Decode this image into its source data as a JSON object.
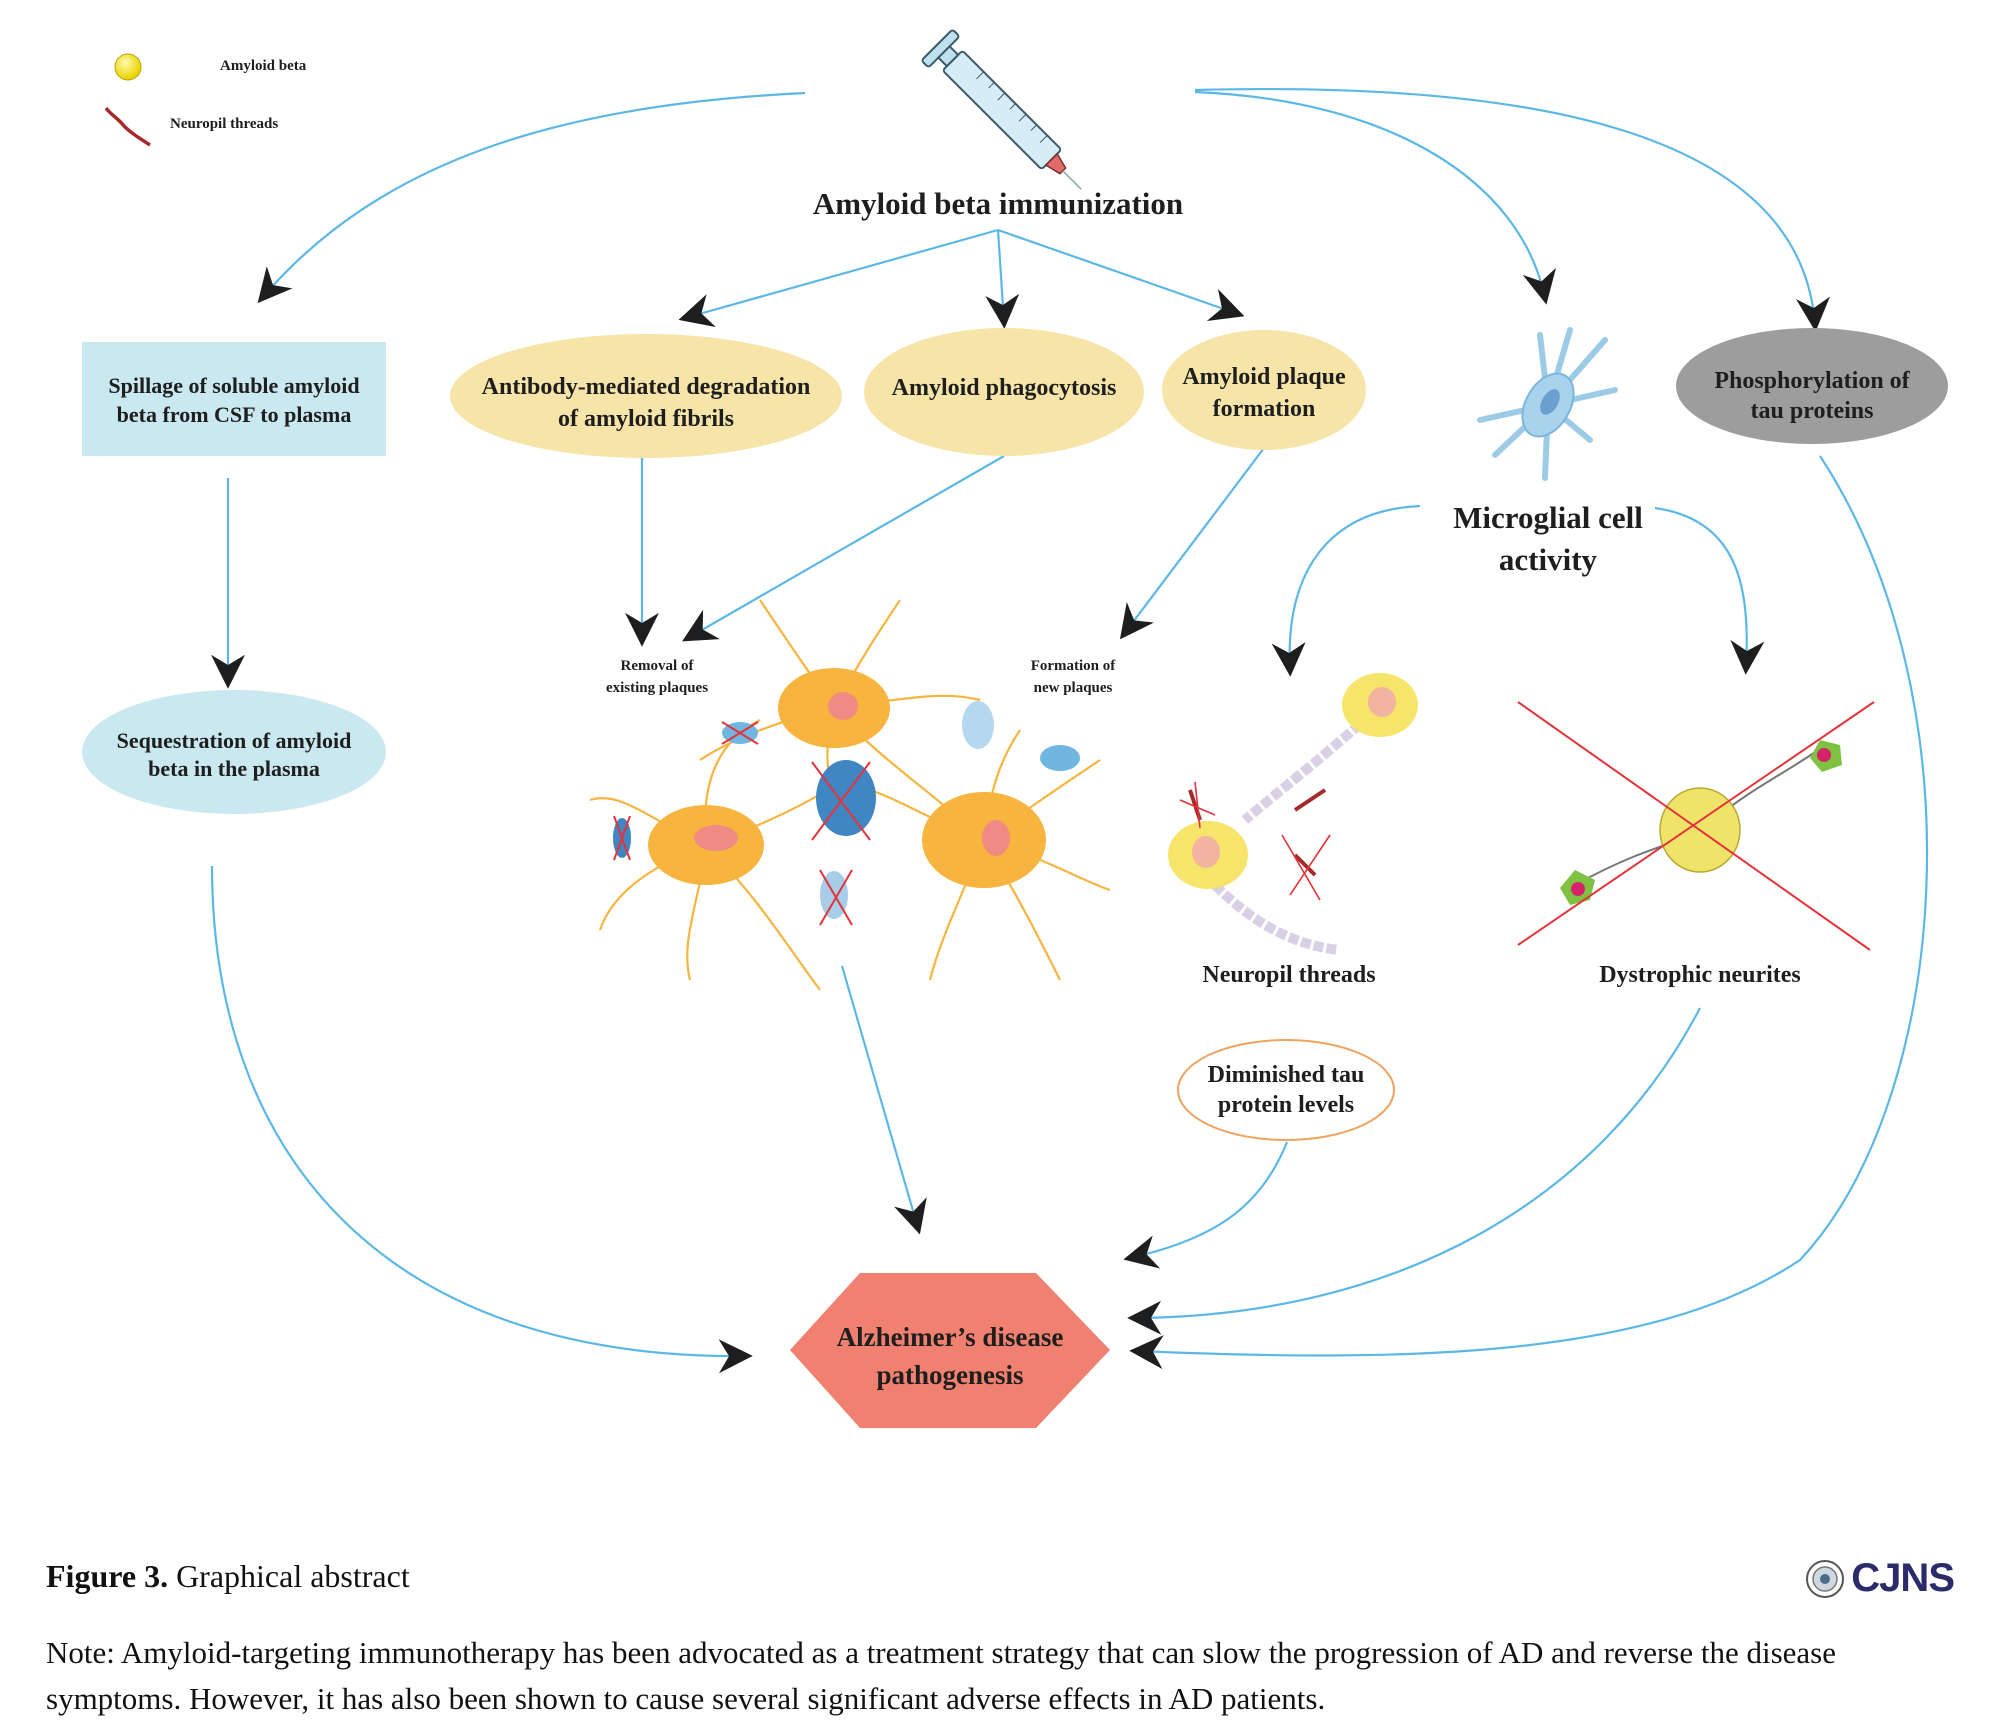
{
  "legend": {
    "items": [
      {
        "label": "Amyloid beta",
        "icon": "yellow-sphere-icon"
      },
      {
        "label": "Neuropil threads",
        "icon": "red-thread-icon"
      }
    ]
  },
  "top": {
    "title": "Amyloid beta immunization",
    "icon": "syringe-icon"
  },
  "left_branch": {
    "box": [
      "Spillage of soluble amyloid",
      "beta from CSF to plasma"
    ],
    "ellipse": [
      "Sequestration of amyloid",
      "beta in the plasma"
    ]
  },
  "center_branch": {
    "nodes": [
      {
        "lines": [
          "Antibody-mediated degradation",
          "of amyloid fibrils"
        ]
      },
      {
        "lines": [
          "Amyloid phagocytosis"
        ]
      },
      {
        "lines": [
          "Amyloid plaque",
          "formation"
        ]
      }
    ],
    "removal_label": [
      "Removal of",
      "existing plaques"
    ],
    "formation_label": [
      "Formation of",
      "new plaques"
    ]
  },
  "right_branch": {
    "microglia_label": [
      "Microglial cell",
      "activity"
    ],
    "phosphorylation": [
      "Phosphorylation of",
      "tau proteins"
    ],
    "neuropil_label": "Neuropil threads",
    "dystrophic_label": "Dystrophic neurites",
    "diminished_tau": [
      "Diminished tau",
      "protein levels"
    ]
  },
  "outcome": {
    "lines": [
      "Alzheimer’s disease",
      "pathogenesis"
    ]
  },
  "colors": {
    "arrow_line": "#5bb8e6",
    "arrowhead": "#1e1e1e",
    "box_blue": "#c9e8f0",
    "ellipse_tan": "#f6e4a8",
    "ellipse_gray": "#9d9d9d",
    "hexagon": "#f08070",
    "diminished_border": "#f0a35e",
    "neuron_orange": "#f7b43f",
    "nucleus_pink": "#f08a84",
    "cross_red": "#e2343a",
    "logo_navy": "#2b2a6b"
  },
  "caption": {
    "figure_label": "Figure 3.",
    "figure_title": " Graphical abstract",
    "note": "Note: Amyloid-targeting immunotherapy has been advocated as a treatment strategy that can slow the progression of AD and reverse the disease symptoms. However, it has also been shown to cause several significant adverse effects in AD patients.",
    "logo": "CJNS"
  }
}
